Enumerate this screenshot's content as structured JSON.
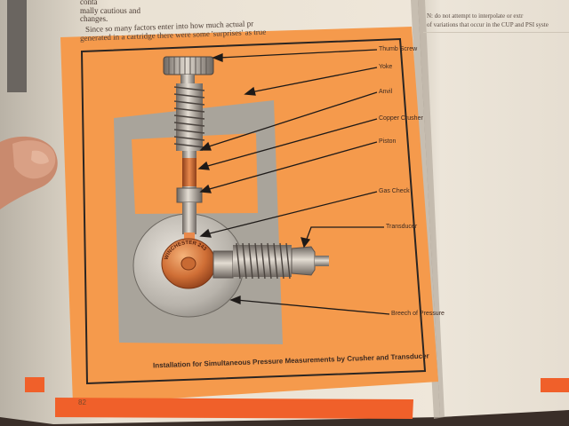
{
  "page": {
    "body_text_lines": [
      "conta",
      "mally cautious and",
      "changes.",
      "Since so many factors enter into how much actual pr",
      "generated in a cartridge there were some 'surprises' as true"
    ],
    "right_page_lines": [
      "N: do not attempt to interpolate or extr",
      "of variations that occur in the CUP and PSI syste"
    ],
    "figure_caption": "Installation for Simultaneous Pressure Measurements by Crusher and Transducer",
    "page_number": "82"
  },
  "diagram": {
    "labels": [
      {
        "key": "thumb_screw",
        "text": "Thumb Screw"
      },
      {
        "key": "yoke",
        "text": "Yoke"
      },
      {
        "key": "anvil",
        "text": "Anvil"
      },
      {
        "key": "copper_crusher",
        "text": "Copper Crusher"
      },
      {
        "key": "piston",
        "text": "Piston"
      },
      {
        "key": "gas_check",
        "text": "Gas Check"
      },
      {
        "key": "transducer",
        "text": "Transducer"
      },
      {
        "key": "breech",
        "text": "Breech of Pressure"
      }
    ],
    "case_head_text": "WINCHESTER 243"
  },
  "colors": {
    "orange": "#f59a4c",
    "red_orange": "#f0602a",
    "page": "#efe6d8",
    "gray": "#a9a49b",
    "steel": "#b8b2a8"
  }
}
